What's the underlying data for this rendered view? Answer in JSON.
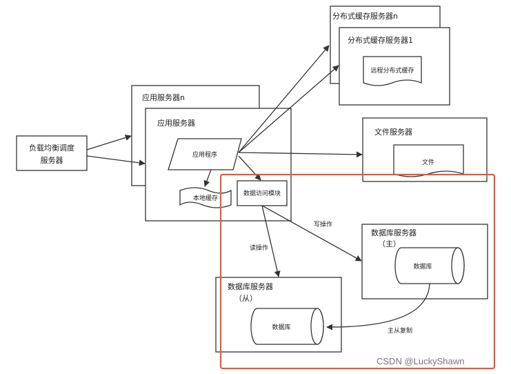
{
  "nodes": {
    "load_balancer": [
      "负载均衡调度",
      "服务器"
    ],
    "app_server_n": "应用服务器n",
    "app_server": "应用服务器",
    "app_program": "应用程序",
    "local_cache": "本地缓存",
    "data_access_module": "数据访问模块",
    "dist_cache_n": "分布式缓存服务器n",
    "dist_cache_1": "分布式缓存服务器1",
    "remote_cache": "远程分布式缓存",
    "file_server": "文件服务器",
    "file": "文件",
    "db_master_title": "数据库服务器",
    "db_master_sub": "（主）",
    "db_master_db": "数据库",
    "db_slave_title": "数据库服务器",
    "db_slave_sub": "（从）",
    "db_slave_db": "数据库"
  },
  "edges": {
    "write": "写操作",
    "read": "读操作",
    "replicate": "主从复制"
  },
  "colors": {
    "stroke": "#333333",
    "highlight": "#e8573a"
  },
  "watermark": "CSDN @LuckyShawn"
}
